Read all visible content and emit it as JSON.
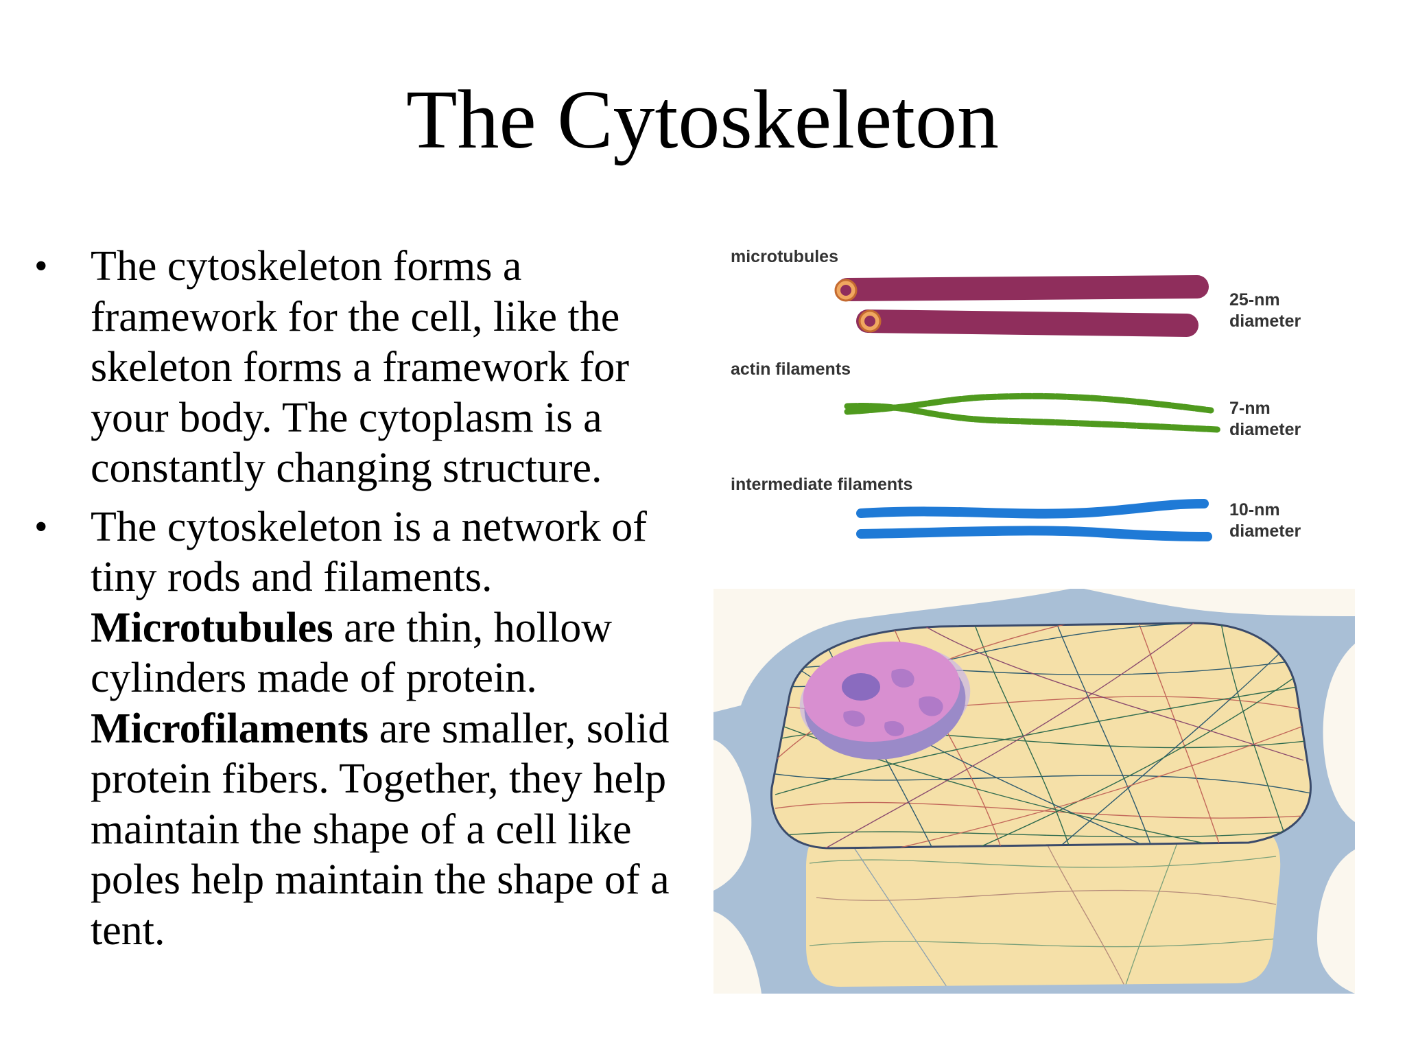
{
  "title": "The Cytoskeleton",
  "bullets": [
    {
      "marker": "•",
      "text": "The cytoskeleton forms a framework for the cell, like the skeleton forms a framework for your body. The cytoplasm is a constantly changing structure."
    },
    {
      "marker": "•",
      "intro": "The cytoskeleton is a network of tiny rods and filaments.",
      "term1": "Microtubules",
      "def1": "are thin, hollow cylinders made of protein.",
      "term2": "Microfilaments",
      "def2": "are smaller, solid protein fibers. Together, they help maintain the shape of a cell like poles help maintain the shape of a tent."
    }
  ],
  "diagram": {
    "microtubules": {
      "label": "microtubules",
      "size": "25-nm",
      "unit": "diameter",
      "color": "#8f2e5c"
    },
    "actin": {
      "label": "actin filaments",
      "size": "7-nm",
      "unit": "diameter",
      "color": "#4f9a1e"
    },
    "intermediate": {
      "label": "intermediate filaments",
      "size": "10-nm",
      "unit": "diameter",
      "color": "#1f7ad6"
    }
  },
  "illustration": {
    "icon": "cell-cytoskeleton-illustration",
    "colors": {
      "matrix": "#a9bfd6",
      "cytoplasm": "#f5e0a8",
      "nucleus": "#d88fd0",
      "nucleolus": "#8a6bbf"
    }
  }
}
